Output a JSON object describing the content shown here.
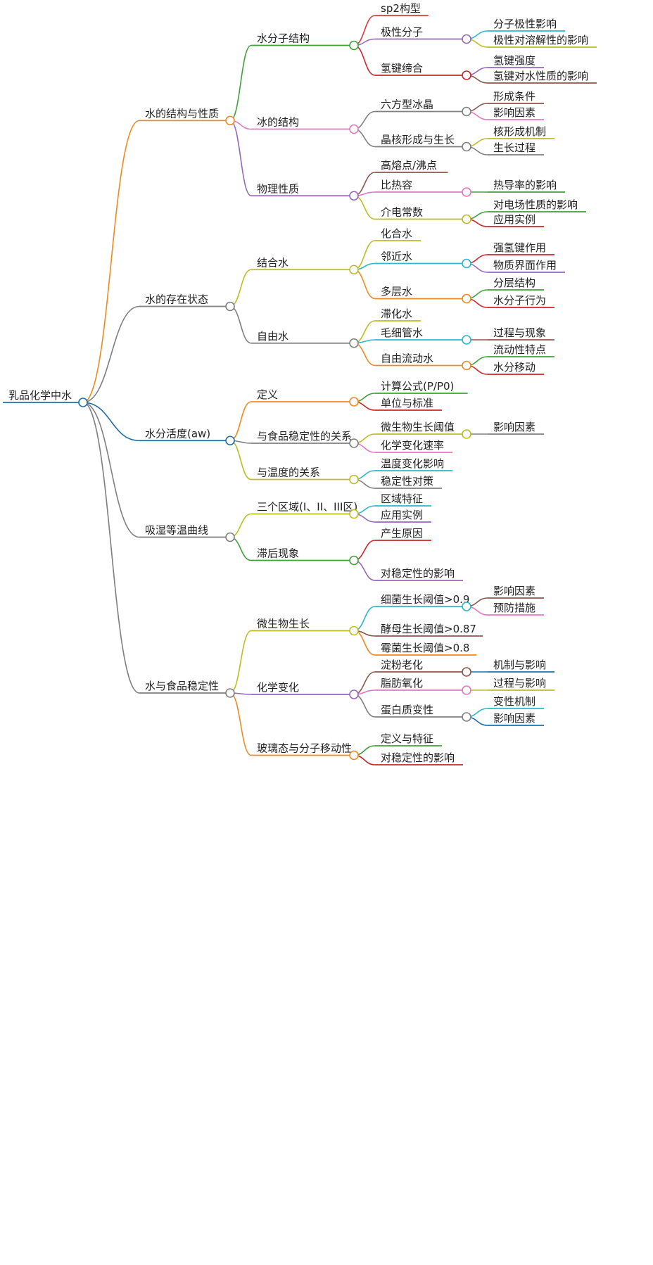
{
  "root": {
    "label": "乳品化学中水",
    "color": "#1f6fa8"
  },
  "branches": [
    {
      "label": "水的结构与性质",
      "color": "#ef8a22",
      "children": [
        {
          "label": "水分子结构",
          "color": "#3fa13a",
          "children": [
            {
              "label": "sp2构型",
              "color": "#d8393d"
            },
            {
              "label": "极性分子",
              "color": "#9467bd",
              "children": [
                {
                  "label": "分子极性影响",
                  "color": "#2bb8c9"
                },
                {
                  "label": "极性对溶解性的影响",
                  "color": "#bcbd22"
                }
              ]
            },
            {
              "label": "氢键缔合",
              "color": "#c9262c",
              "children": [
                {
                  "label": "氢键强度",
                  "color": "#9467bd"
                },
                {
                  "label": "氢键对水性质的影响",
                  "color": "#8c564b"
                }
              ]
            }
          ]
        },
        {
          "label": "冰的结构",
          "color": "#e377c2",
          "children": [
            {
              "label": "六方型冰晶",
              "color": "#7f7f7f",
              "children": [
                {
                  "label": "形成条件",
                  "color": "#8c564b"
                },
                {
                  "label": "影响因素",
                  "color": "#e377c2"
                }
              ]
            },
            {
              "label": "晶核形成与生长",
              "color": "#7f7f7f",
              "children": [
                {
                  "label": "核形成机制",
                  "color": "#bcbd22"
                },
                {
                  "label": "生长过程",
                  "color": "#7f7f7f"
                }
              ]
            }
          ]
        },
        {
          "label": "物理性质",
          "color": "#9467bd",
          "children": [
            {
              "label": "高熔点/沸点",
              "color": "#8c564b"
            },
            {
              "label": "比热容",
              "color": "#e377c2",
              "children": [
                {
                  "label": "热导率的影响",
                  "color": "#3fa13a"
                }
              ]
            },
            {
              "label": "介电常数",
              "color": "#bcbd22",
              "children": [
                {
                  "label": "对电场性质的影响",
                  "color": "#3fa13a"
                },
                {
                  "label": "应用实例",
                  "color": "#c9262c"
                }
              ]
            }
          ]
        }
      ]
    },
    {
      "label": "水的存在状态",
      "color": "#7f7f7f",
      "children": [
        {
          "label": "结合水",
          "color": "#bcbd22",
          "children": [
            {
              "label": "化合水",
              "color": "#bcbd22"
            },
            {
              "label": "邻近水",
              "color": "#2bb8c9",
              "children": [
                {
                  "label": "强氢键作用",
                  "color": "#c9262c"
                },
                {
                  "label": "物质界面作用",
                  "color": "#9467bd"
                }
              ]
            },
            {
              "label": "多层水",
              "color": "#ef8a22",
              "children": [
                {
                  "label": "分层结构",
                  "color": "#3fa13a"
                },
                {
                  "label": "水分子行为",
                  "color": "#c9262c"
                }
              ]
            }
          ]
        },
        {
          "label": "自由水",
          "color": "#7f7f7f",
          "children": [
            {
              "label": "滞化水",
              "color": "#bcbd22"
            },
            {
              "label": "毛细管水",
              "color": "#2bb8c9",
              "children": [
                {
                  "label": "过程与现象",
                  "color": "#8c564b"
                }
              ]
            },
            {
              "label": "自由流动水",
              "color": "#ef8a22",
              "children": [
                {
                  "label": "流动性特点",
                  "color": "#3fa13a"
                },
                {
                  "label": "水分移动",
                  "color": "#c9262c"
                }
              ]
            }
          ]
        }
      ]
    },
    {
      "label": "水分活度(aw)",
      "color": "#1f6fa8",
      "children": [
        {
          "label": "定义",
          "color": "#ef8a22",
          "children": [
            {
              "label": "计算公式(P/P0)",
              "color": "#3fa13a"
            },
            {
              "label": "单位与标准",
              "color": "#c9262c"
            }
          ]
        },
        {
          "label": "与食品稳定性的关系",
          "color": "#7f7f7f",
          "children": [
            {
              "label": "微生物生长阈值",
              "color": "#bcbd22",
              "children": [
                {
                  "label": "影响因素",
                  "color": "#7f7f7f"
                }
              ]
            },
            {
              "label": "化学变化速率",
              "color": "#e377c2"
            }
          ]
        },
        {
          "label": "与温度的关系",
          "color": "#bcbd22",
          "children": [
            {
              "label": "温度变化影响",
              "color": "#2bb8c9"
            },
            {
              "label": "稳定性对策",
              "color": "#7f7f7f"
            }
          ]
        }
      ]
    },
    {
      "label": "吸湿等温曲线",
      "color": "#7f7f7f",
      "children": [
        {
          "label": "三个区域(I、II、III区)",
          "color": "#bcbd22",
          "children": [
            {
              "label": "区域特征",
              "color": "#2bb8c9"
            },
            {
              "label": "应用实例",
              "color": "#9467bd"
            }
          ]
        },
        {
          "label": "滞后现象",
          "color": "#3fa13a",
          "children": [
            {
              "label": "产生原因",
              "color": "#c9262c"
            },
            {
              "label": "对稳定性的影响",
              "color": "#9467bd"
            }
          ]
        }
      ]
    },
    {
      "label": "水与食品稳定性",
      "color": "#7f7f7f",
      "children": [
        {
          "label": "微生物生长",
          "color": "#bcbd22",
          "children": [
            {
              "label": "细菌生长阈值>0.9",
              "color": "#2bb8c9",
              "children": [
                {
                  "label": "影响因素",
                  "color": "#8c564b"
                },
                {
                  "label": "预防措施",
                  "color": "#e377c2"
                }
              ]
            },
            {
              "label": "酵母生长阈值>0.87",
              "color": "#8c564b"
            },
            {
              "label": "霉菌生长阈值>0.8",
              "color": "#ef8a22"
            }
          ]
        },
        {
          "label": "化学变化",
          "color": "#9467bd",
          "children": [
            {
              "label": "淀粉老化",
              "color": "#8c564b",
              "children": [
                {
                  "label": "机制与影响",
                  "color": "#1f6fa8"
                }
              ]
            },
            {
              "label": "脂肪氧化",
              "color": "#e377c2",
              "children": [
                {
                  "label": "过程与影响",
                  "color": "#bcbd22"
                }
              ]
            },
            {
              "label": "蛋白质变性",
              "color": "#7f7f7f",
              "children": [
                {
                  "label": "变性机制",
                  "color": "#2bb8c9"
                },
                {
                  "label": "影响因素",
                  "color": "#1f6fa8"
                }
              ]
            }
          ]
        },
        {
          "label": "玻璃态与分子移动性",
          "color": "#ef8a22",
          "children": [
            {
              "label": "定义与特征",
              "color": "#3fa13a"
            },
            {
              "label": "对稳定性的影响",
              "color": "#c9262c"
            }
          ]
        }
      ]
    }
  ]
}
